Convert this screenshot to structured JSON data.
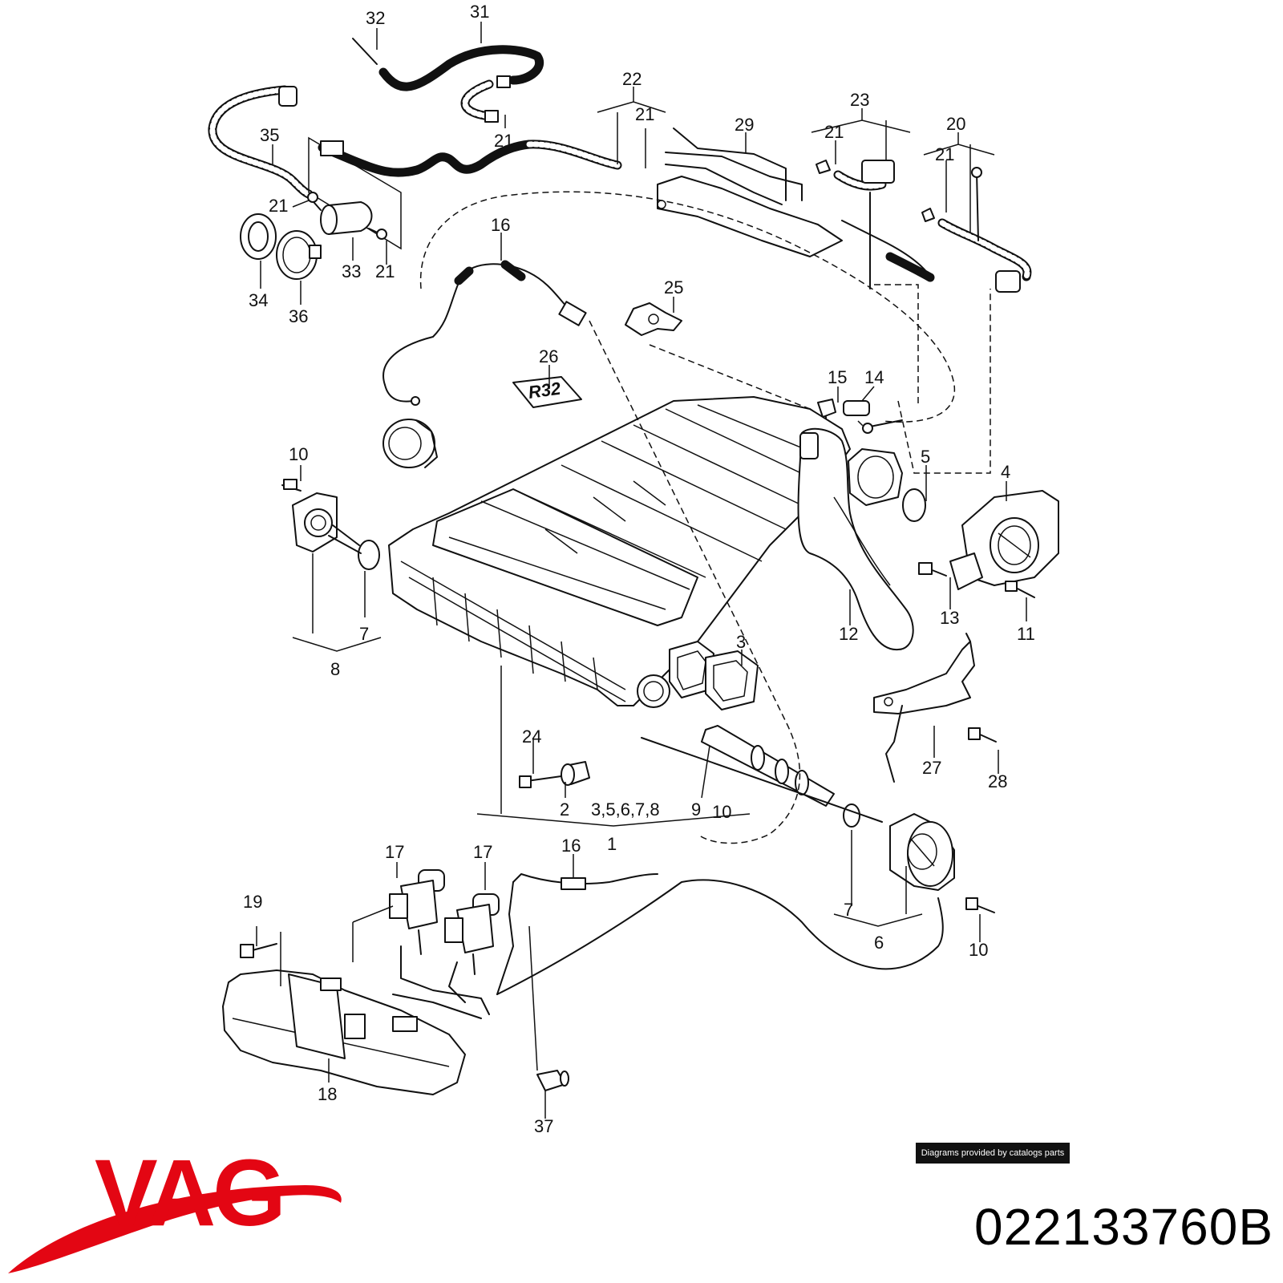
{
  "diagram": {
    "callouts": [
      {
        "id": "c32",
        "text": "32"
      },
      {
        "id": "c31",
        "text": "31"
      },
      {
        "id": "c22",
        "text": "22"
      },
      {
        "id": "c21a",
        "text": "21"
      },
      {
        "id": "c21b",
        "text": "21"
      },
      {
        "id": "c29",
        "text": "29"
      },
      {
        "id": "c23",
        "text": "23"
      },
      {
        "id": "c21c",
        "text": "21"
      },
      {
        "id": "c20",
        "text": "20"
      },
      {
        "id": "c21d",
        "text": "21"
      },
      {
        "id": "c35",
        "text": "35"
      },
      {
        "id": "c21e",
        "text": "21"
      },
      {
        "id": "c33",
        "text": "33"
      },
      {
        "id": "c21f",
        "text": "21"
      },
      {
        "id": "c34",
        "text": "34"
      },
      {
        "id": "c36",
        "text": "36"
      },
      {
        "id": "c16a",
        "text": "16"
      },
      {
        "id": "c25",
        "text": "25"
      },
      {
        "id": "c26",
        "text": "26"
      },
      {
        "id": "c15",
        "text": "15"
      },
      {
        "id": "c14",
        "text": "14"
      },
      {
        "id": "c10a",
        "text": "10"
      },
      {
        "id": "c5",
        "text": "5"
      },
      {
        "id": "c4",
        "text": "4"
      },
      {
        "id": "c7a",
        "text": "7"
      },
      {
        "id": "c8",
        "text": "8"
      },
      {
        "id": "c13",
        "text": "13"
      },
      {
        "id": "c11",
        "text": "11"
      },
      {
        "id": "c12",
        "text": "12"
      },
      {
        "id": "c3",
        "text": "3"
      },
      {
        "id": "c24",
        "text": "24"
      },
      {
        "id": "c2",
        "text": "2"
      },
      {
        "id": "c3578",
        "text": "3,5,6,7,8"
      },
      {
        "id": "c9",
        "text": "9"
      },
      {
        "id": "c10b",
        "text": "10"
      },
      {
        "id": "c1",
        "text": "1"
      },
      {
        "id": "c27",
        "text": "27"
      },
      {
        "id": "c28",
        "text": "28"
      },
      {
        "id": "c17a",
        "text": "17"
      },
      {
        "id": "c17b",
        "text": "17"
      },
      {
        "id": "c16b",
        "text": "16"
      },
      {
        "id": "c19",
        "text": "19"
      },
      {
        "id": "c7b",
        "text": "7"
      },
      {
        "id": "c6",
        "text": "6"
      },
      {
        "id": "c10c",
        "text": "10"
      },
      {
        "id": "c18",
        "text": "18"
      },
      {
        "id": "c37",
        "text": "37"
      }
    ],
    "badge_text": "R32"
  },
  "footer": {
    "credit": "Diagrams provided by catalogs parts",
    "brand": "VAG",
    "part_number": "022133760B"
  },
  "colors": {
    "brand_red": "#e30613",
    "line": "#111111"
  }
}
